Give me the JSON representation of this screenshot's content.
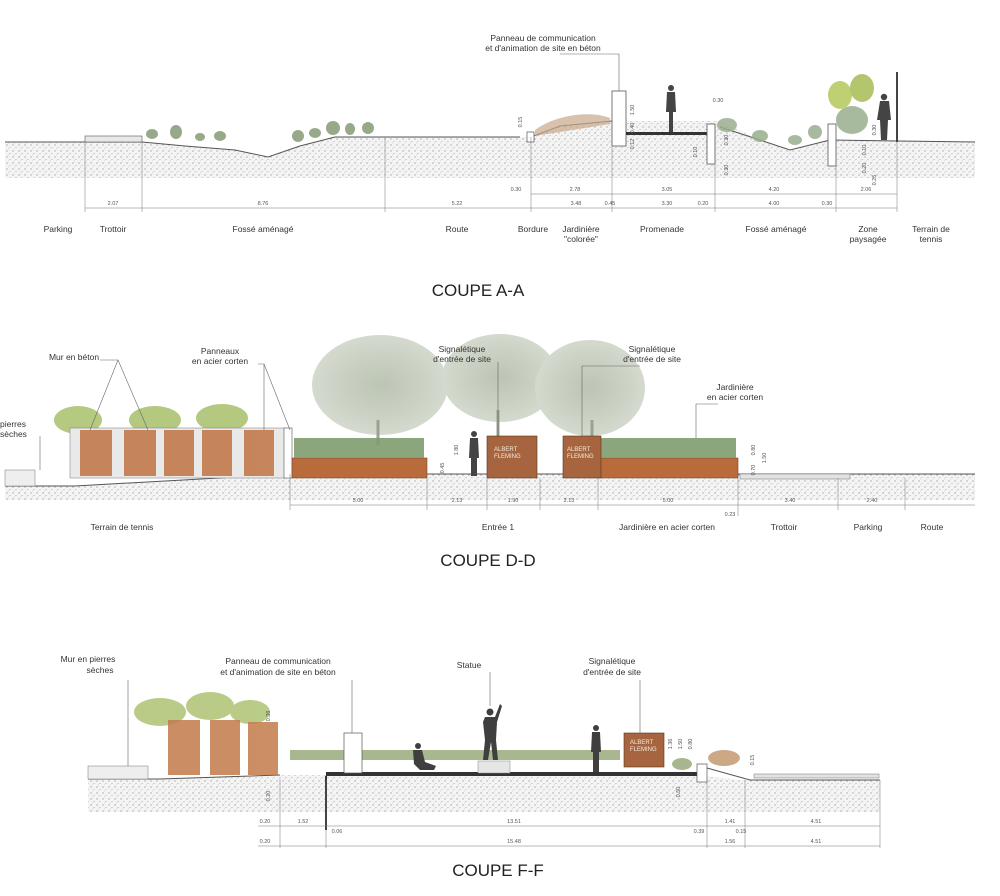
{
  "sections": [
    {
      "title": "COUPE A-A",
      "zones": [
        {
          "name": "Parking"
        },
        {
          "name": "Trottoir"
        },
        {
          "name": "Fossé aménagé"
        },
        {
          "name": "Route"
        },
        {
          "name": "Bordure"
        },
        {
          "name": "Jardinière\n\"colorée\""
        },
        {
          "name": "Promenade"
        },
        {
          "name": "Fossé aménagé"
        },
        {
          "name": "Zone\npaysagée"
        },
        {
          "name": "Terrain de\ntennis"
        }
      ],
      "annotations": [
        {
          "text": "Panneau de communication\net d'animation de site en béton"
        }
      ],
      "dimensions": [
        "2.07",
        "8.76",
        "5.22",
        "0.30",
        "2.78",
        "3.05",
        "4.20",
        "2.06",
        "3.48",
        "3.30",
        "4.00",
        "0.45",
        "0.20",
        "0.30",
        "0.15",
        "1.50",
        "0.30",
        "0.40",
        "0.12",
        "0.10",
        "0.30",
        "0.10",
        "0.20",
        "0.25",
        "0.30",
        "0.30"
      ]
    },
    {
      "title": "COUPE D-D",
      "zones": [
        {
          "name": "Terrain de tennis"
        },
        {
          "name": "Entrée 1"
        },
        {
          "name": "Jardinière en acier corten"
        },
        {
          "name": "Trottoir"
        },
        {
          "name": "Parking"
        },
        {
          "name": "Route"
        }
      ],
      "annotations": [
        {
          "text": "Mur en béton"
        },
        {
          "text": "Panneaux\nen acier corten"
        },
        {
          "text": "Signalétique\nd'entrée de site"
        },
        {
          "text": "Signalétique\nd'entrée de site"
        },
        {
          "text": "Jardinière\nen acier corten"
        },
        {
          "text": "pierres\nsèches"
        }
      ],
      "signs": [
        {
          "text": "ALBERT\nFLEMING"
        },
        {
          "text": "ALBERT\nFLEMING"
        }
      ],
      "dimensions": [
        "5.00",
        "2.13",
        "1.90",
        "2.13",
        "5.00",
        "3.40",
        "2.40",
        "0.23",
        "0.80",
        "1.50",
        "0.70",
        "0.45",
        "1.80"
      ]
    },
    {
      "title": "COUPE F-F",
      "annotations": [
        {
          "text": "Mur en pierres\nsèches"
        },
        {
          "text": "Panneau  de communication\net d'animation de site en béton"
        },
        {
          "text": "Statue"
        },
        {
          "text": "Signalétique\nd'entrée de site"
        }
      ],
      "signs": [
        {
          "text": "ALBERT\nFLEMING"
        }
      ],
      "dimensions": [
        "0.20",
        "1.52",
        "13.51",
        "1.41",
        "4.51",
        "0.20",
        "15.48",
        "1.56",
        "4.51",
        "0.06",
        "0.39",
        "0.15",
        "0.38",
        "1.36",
        "1.50",
        "0.80",
        "0.15",
        "0.20",
        "0.50"
      ]
    }
  ]
}
